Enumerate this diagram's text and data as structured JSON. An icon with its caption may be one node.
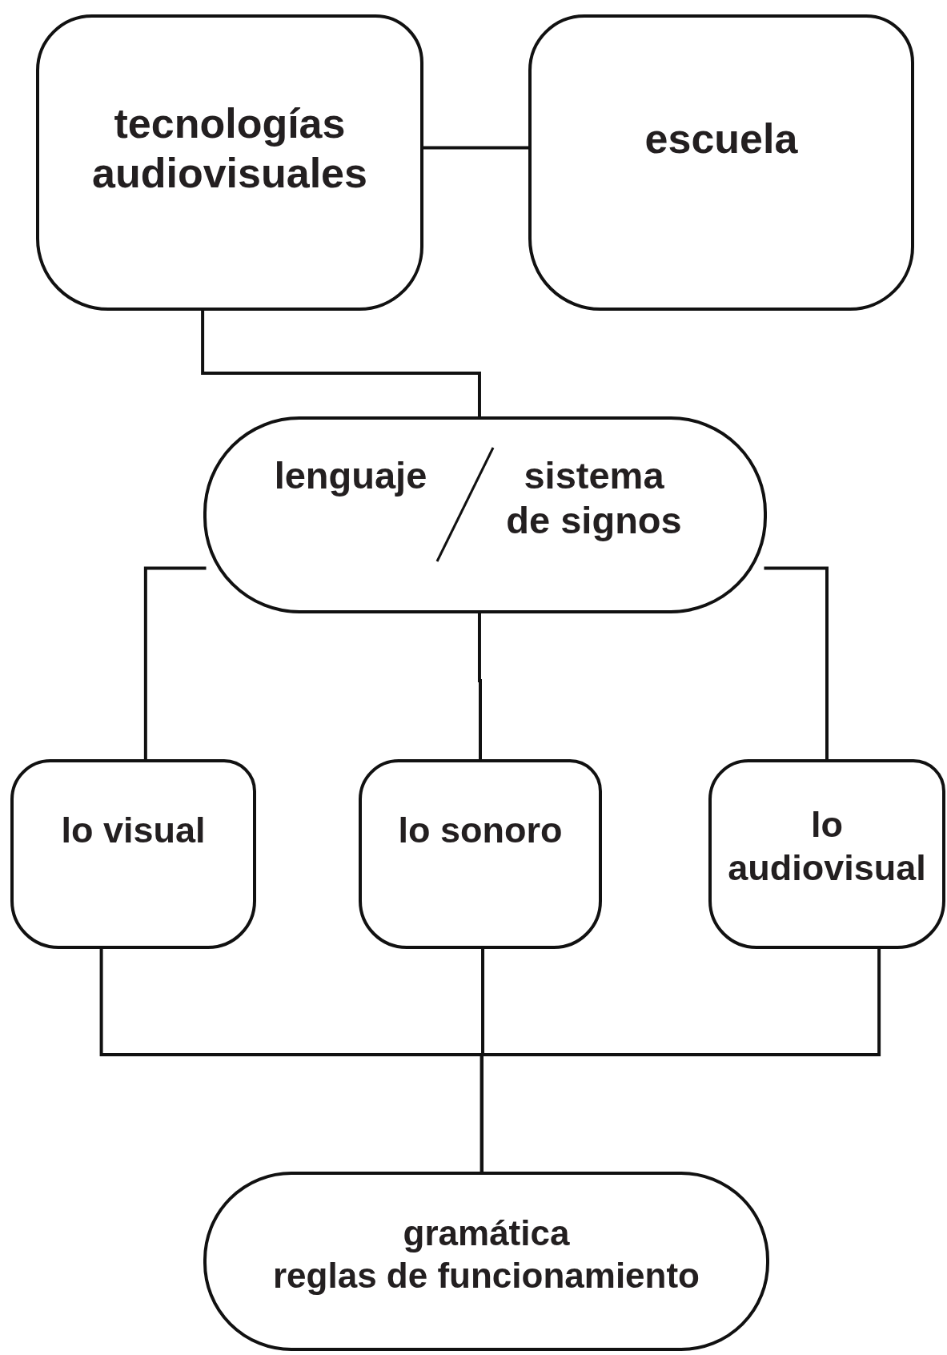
{
  "diagram": {
    "nodes": [
      {
        "text": [
          "tecnologías audiovisuales"
        ]
      },
      {
        "text": [
          "escuela"
        ]
      },
      {
        "text": [
          "lenguaje",
          "sistema de signos"
        ]
      },
      {
        "text": [
          "lo visual"
        ]
      },
      {
        "text": [
          "lo sonoro"
        ]
      },
      {
        "text": [
          "lo audiovisual"
        ]
      },
      {
        "text": [
          "gramática",
          "reglas de funcionamiento"
        ]
      }
    ],
    "edges": [
      {
        "from": 0,
        "to": 1,
        "arrow": "none"
      },
      {
        "from": 0,
        "to": 2,
        "arrow": "none"
      },
      {
        "from": 2,
        "to": 3,
        "arrow": "none"
      },
      {
        "from": 2,
        "to": 4,
        "arrow": "none"
      },
      {
        "from": 2,
        "to": 5,
        "arrow": "none"
      },
      {
        "from": 3,
        "to": 6,
        "arrow": "none"
      },
      {
        "from": 4,
        "to": 6,
        "arrow": "none"
      },
      {
        "from": 5,
        "to": 6,
        "arrow": "none"
      }
    ]
  }
}
